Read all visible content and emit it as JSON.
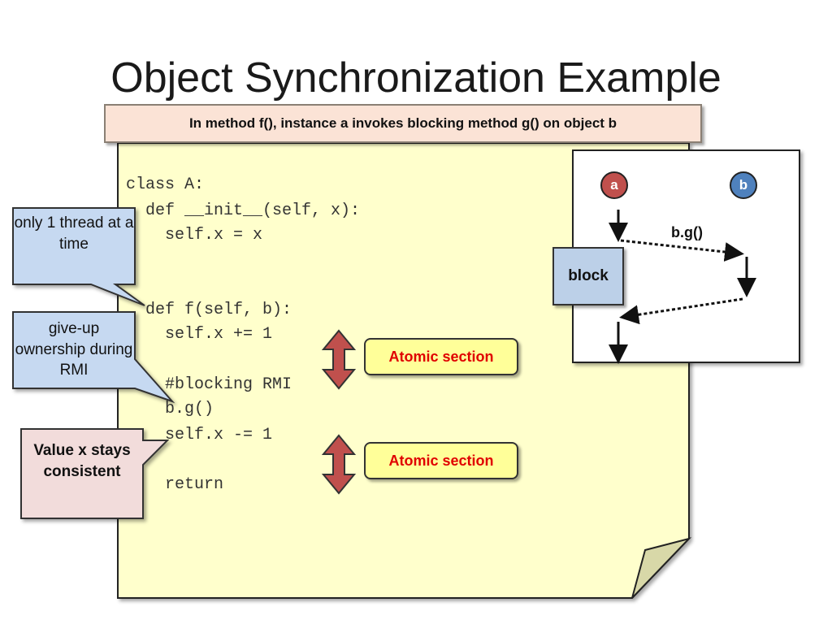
{
  "slide": {
    "title": "Object Synchronization Example",
    "banner": "In method f(), instance a invokes blocking method g() on object b"
  },
  "code": {
    "lines": [
      "class A:",
      "  def __init__(self, x):",
      "    self.x = x",
      "  def f(self, b):",
      "    self.x += 1",
      "    #blocking RMI",
      "    b.g()",
      "    self.x -= 1",
      "    return"
    ]
  },
  "callouts": {
    "one_thread": "only 1 thread at a time",
    "give_up": "give-up ownership during RMI",
    "consistent": "Value x stays consistent"
  },
  "atomic": {
    "first": "Atomic section",
    "second": "Atomic section"
  },
  "diagram": {
    "node_a": "a",
    "node_b": "b",
    "call_label": "b.g()",
    "block_label": "block"
  },
  "colors": {
    "note_fill": "#ffffcc",
    "note_fold": "#d8d8a8",
    "banner_fill": "#fbe3d6",
    "callout_blue": "#c6d9f1",
    "callout_pink": "#f2dcdb",
    "arrow_red": "#c0504d",
    "atomic_fill": "#ffff99",
    "atomic_text": "#e00000",
    "node_a_fill": "#c0504d",
    "node_b_fill": "#4f81bd",
    "block_fill": "#bcd0e8"
  }
}
